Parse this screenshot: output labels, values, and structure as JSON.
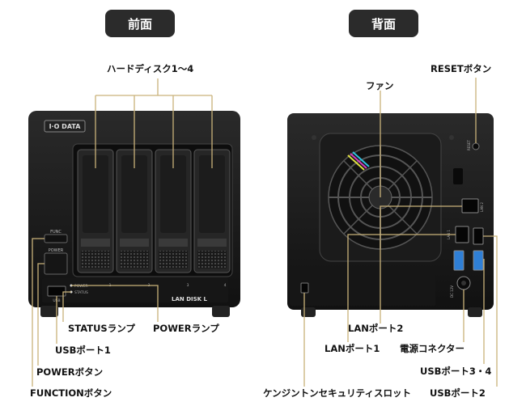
{
  "headers": {
    "front": "前面",
    "back": "背面"
  },
  "front": {
    "brand_logo": "I·O DATA",
    "hdd_label": "ハードディスク1〜4",
    "func_text": "FUNC",
    "power_text": "POWER",
    "usb_port_text": "USB",
    "indicator_power": "POWER",
    "indicator_status": "STATUS",
    "bay_numbers": [
      "1",
      "2",
      "3",
      "4"
    ],
    "model_label": "LAN DISK L",
    "labels": {
      "status_lamp": "STATUSランプ",
      "power_lamp": "POWERランプ",
      "usb_port1": "USBポート1",
      "power_button": "POWERボタン",
      "function_button": "FUNCTIONボタン"
    }
  },
  "back": {
    "reset_text": "RESET",
    "lan_port1_text": "LAN 1",
    "lan_port2_text": "LAN 2",
    "dc_text": "DC 12V",
    "labels": {
      "reset_button": "RESETボタン",
      "fan": "ファン",
      "lan_port2": "LANポート2",
      "lan_port1": "LANポート1",
      "power_connector": "電源コネクター",
      "usb_port34": "USBポート3・4",
      "usb_port2": "USBポート2",
      "kensington": "ケンジントンセキュリティスロット"
    }
  },
  "colors": {
    "device_body": "#1a1a1a",
    "callout_line": "#c9b27a",
    "header_bg": "#2b2b2b",
    "usb_blue": "#2f7fd6"
  }
}
